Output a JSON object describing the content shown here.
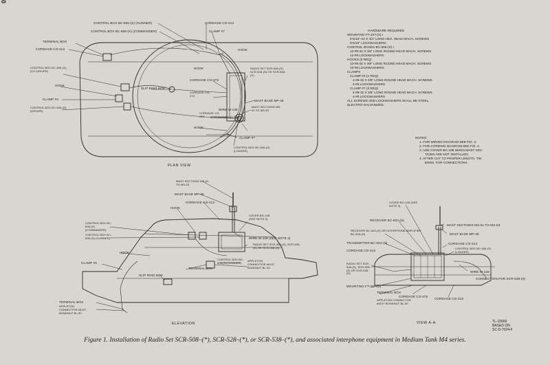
{
  "page_number": "0",
  "caption": "Figure 1. Installation of Radio Set SCR-508–(*), SCR-528–(*), or SCR-538–(*), and associated interphone equipment in Medium Tank M4 series.",
  "views": {
    "plan": "PLAN VIEW",
    "elevation": "ELEVATION",
    "view_aa": "VIEW A-A"
  },
  "plan_labels": {
    "cb_gunner": "CONTROL BOX BC-606-(S) (GUNNER)",
    "cb_commander": "CONTROL BOX BC-606-(S) (COMMANDER)",
    "cordage_top": "CORDAGE CO-213",
    "clamp7_top": "CLAMP #7",
    "terminal_box": "TERMINAL BOX",
    "cordage_left": "CORDAGE CO-213",
    "cb_codriver": "CONTROL BOX BC-606-(S) (CO-DRIVER)",
    "hook_left": "HOOK",
    "clamp4": "CLAMP #4",
    "cb_driver": "CONTROL BOX BC-606-(S) (DRIVER)",
    "hook_top": "HOOK",
    "hook_right": "HOOK",
    "slip_ring": "SLIP RING BOX",
    "cordage_279": "CORDAGE CO-279",
    "cordage_mid": "CORDAGE CO-213",
    "cordage_bottom": "CORDAGE CO-213",
    "hook_bottom": "HOOK",
    "radio_set": "RADIO SET SCR-508-(S), SCR-528-(S) OR SCR-538-(S)",
    "mast_base": "MAST BASE MP-48",
    "wire_128": "WIRE W-128",
    "mast_sections": "MAST SECTIONS MS-51 TO MS-53",
    "cordage_213_right": "CORDAGE CO-213",
    "clamp7_bottom": "CLAMP #7",
    "cb_loader": "CONTROL BOX BC-606-(S) (LOADER)",
    "section_a_top": "A",
    "section_a_bottom": "A"
  },
  "hardware": {
    "title": "HARDWARE REQUIRED",
    "lines": [
      "MOUNTING FT-237-(S) I",
      "8-5/16\"-24 X 3/4\" LONG HEX. HEAD MACH. SCREWS",
      "8-5/16\" LOCKWASHERS",
      "CONTROL BOXES BC-606-(S) I",
      "12-#8-32 X 3/8\" LONG ROUND HEAD MACH. SCREWS",
      "12-#8 LOCKWASHERS",
      "HOOKS (5 REQ)",
      "10-#8-32 X 3/8\" LONG ROUND HEAD MACH. SCREWS",
      "10-#8 LOCKWASHERS",
      "CLAMPS",
      "CLAMP #4 (1 REQ)",
      "4-#8-32 X 3/8\" LONG ROUND HEAD MACH. SCREWS",
      "4-#8 LOCKWASHERS",
      "CLAMP #7 (2 REQ)",
      "4-#8-32 X 3/8\" LONG ROUND HEAD MACH. SCREWS",
      "4-#8 LOCKWASHERS",
      "ALL SCREWS AND LOCKWASHERS SHALL BE STEEL,",
      "ELECTRO-GALVANIZED."
    ]
  },
  "notes": {
    "title": "NOTES:",
    "lines": [
      "1. FOR WIRING DIAGRAM SEE FIG. 3.",
      "2. FOR CORDING DIAGRAM SEE FIG. 4.",
      "3. USE COVER BG-108 WHEN MAST SEC-",
      "TIONS ARE NOT INSTALLED.",
      "4. AFTER CUT TO PROPER LENGTH, TIN",
      "ENDS, FOR CONNECTIONS."
    ]
  },
  "elev_labels": {
    "mast_sections": "MAST SECTIONS MS-51 TO MS-53",
    "mast_base": "MAST BASE MP-48",
    "cordage_top": "CORDAGE CO-213",
    "hook": "HOOK",
    "cover": "COVER BG-108 (SEE NOTE 3)",
    "cb_commander": "CONTROL BOX BC-606-(S) (COMMANDER)",
    "cb_gunner": "CONTROL BOX BC-606-(S) (GUNNER)",
    "wire_128": "WIRE W-128 (SEE NOTE 4)",
    "radio_set": "RADIO SET SCR-508-(S), SCR-528-(S) OR SCR-538-(S)",
    "hook2": "HOOK",
    "cb_loader": "CONTROL BOX BC-606-(S) (LOADER)",
    "appleton": "APPLETON CONNECTOR #6107 BONDNUT BL-50",
    "clamp4": "CLAMP #4",
    "terminal_box": "TERMINAL BOX",
    "slip_ring": "SLIP RING BOX",
    "terminal_box2": "TERMINAL BOX",
    "appleton2": "APPLETON CONNECTOR #6107 BONDNUT BL-50"
  },
  "aa_labels": {
    "cover": "COVER BG-108 (SEE NOTE 3)",
    "receiver_603": "RECEIVER BC-603-(S)",
    "receiver_or_amp": "RECEIVER BC-603-(S) OR INTERPHONE AMPLIFIER BC-605-(S)",
    "transmitter": "TRANSMITTER BC-604-(S)",
    "cordage_left": "CORDAGE CO-213",
    "radio_set": "RADIO SET SCR-508-(S), SCR-528-(S) OR SCR-538-(S)",
    "mounting": "MOUNTING FT-237-(S)",
    "terminal_box": "TERMINAL BOX",
    "cordage_279": "CORDAGE CO-279",
    "appleton": "APPLETON CONNECTOR #6107 BONDNUT BL-50",
    "cordage_right": "CORDAGE CO-213",
    "mast_sections": "MAST SECTIONS MS-51 TO MS-53",
    "mast_base": "MAST BASE MP-48",
    "cordage_top": "CORDAGE CO-213",
    "cb_loader": "CONTROL BOX BC-606-(S) (LOADER)",
    "wire": "WIRE W-128",
    "connection": "CONNECTION FOR SCR-538-(S)"
  },
  "tl": {
    "number": "TL-10660",
    "based_on": "BASED ON",
    "drawing": "SC-D-7024-F"
  }
}
